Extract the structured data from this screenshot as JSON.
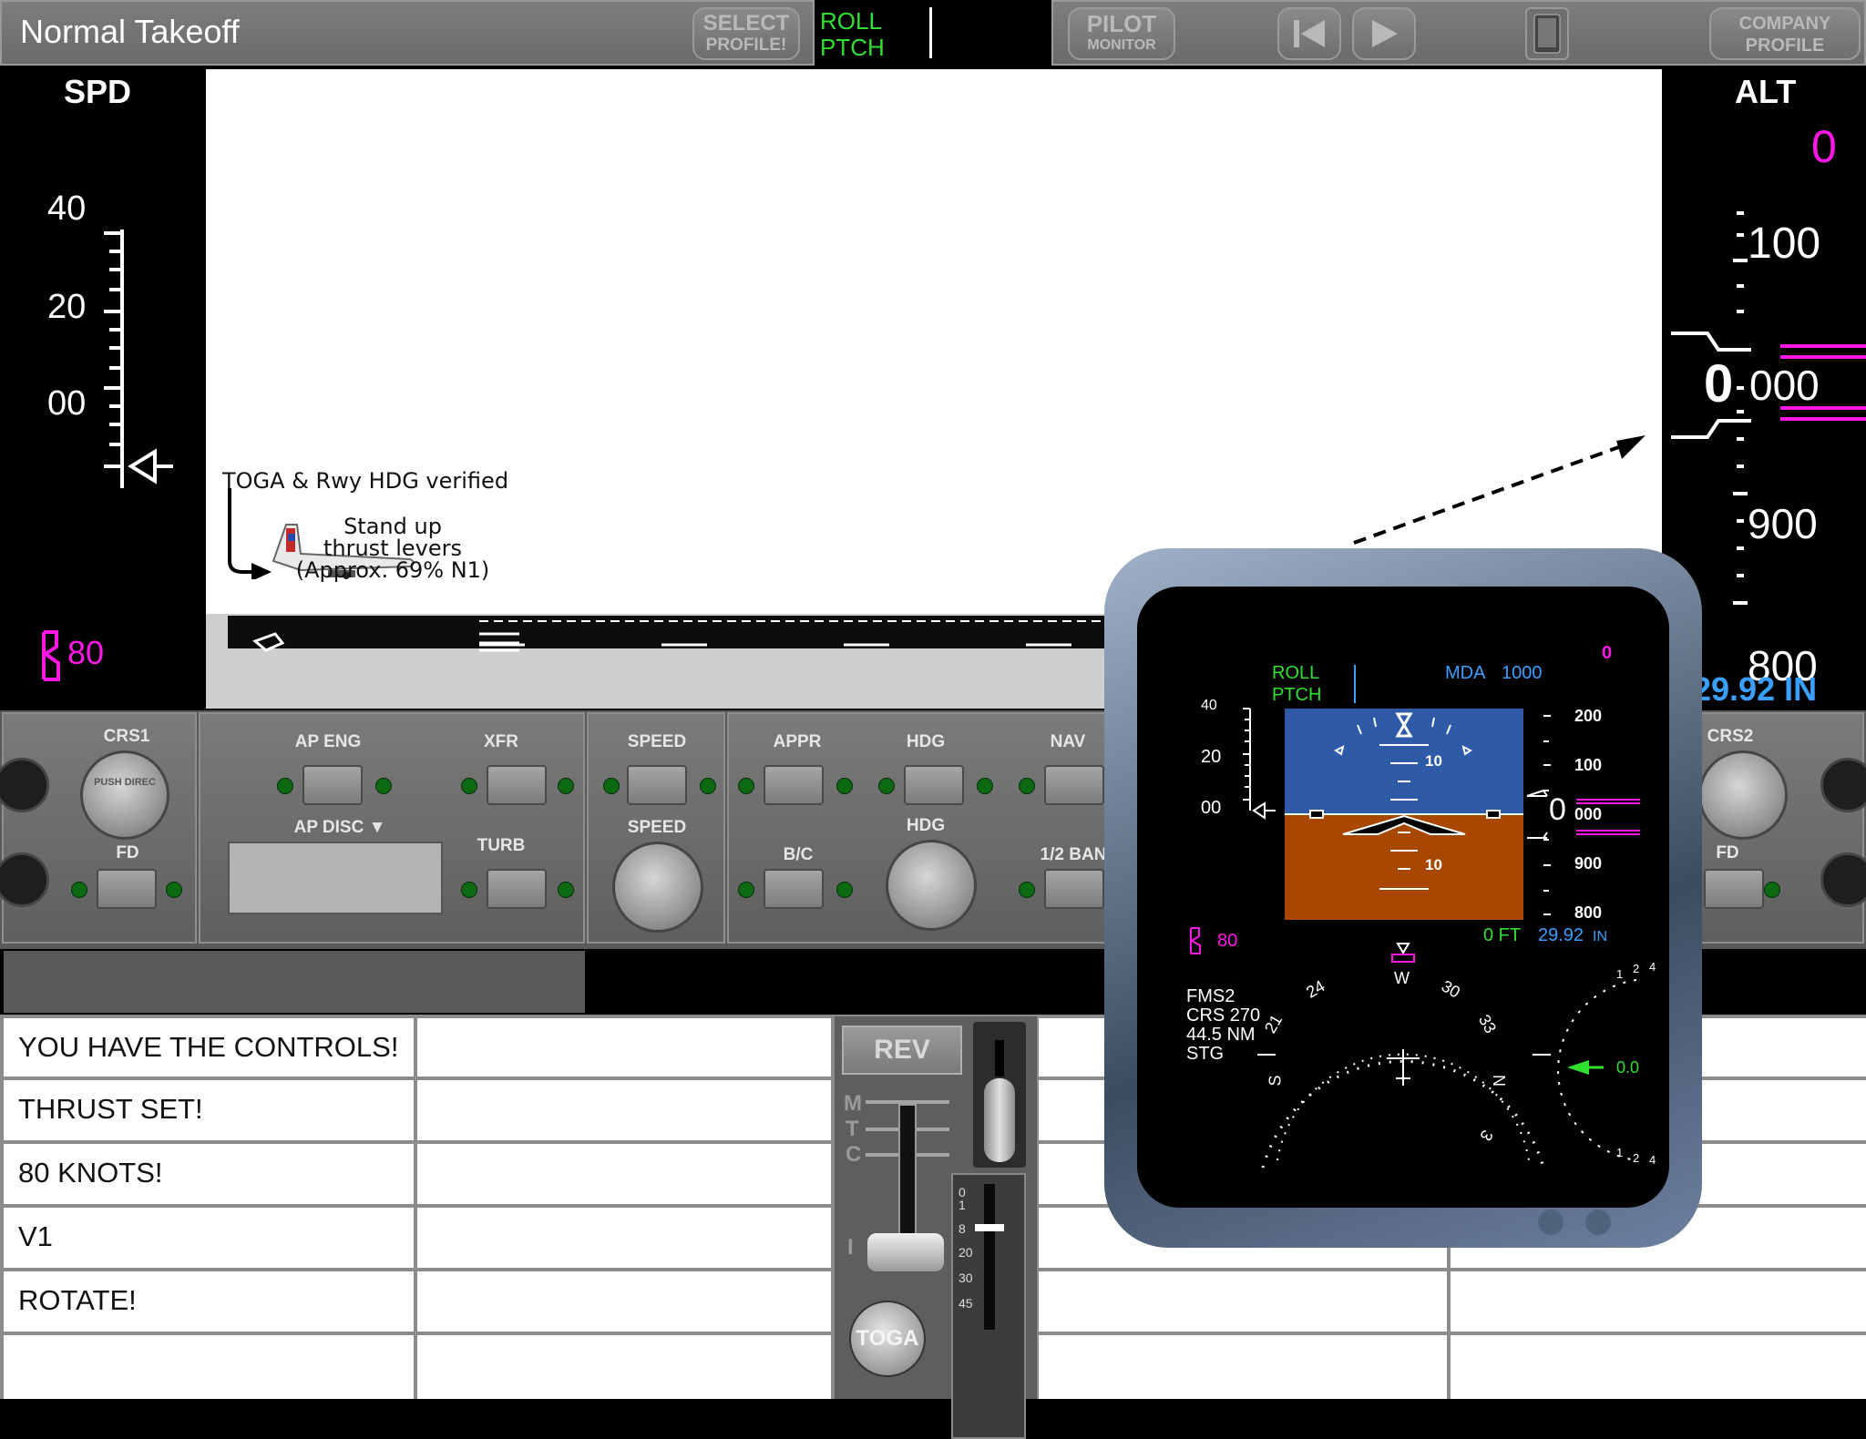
{
  "top_bar": {
    "title": "Normal Takeoff",
    "select_profile_l1": "SELECT",
    "select_profile_l2": "PROFILE!",
    "mode_roll": "ROLL",
    "mode_pitch": "PTCH",
    "pilot_monitor_l1": "PILOT",
    "pilot_monitor_l2": "MONITOR",
    "company_profile_l1": "COMPANY",
    "company_profile_l2": "PROFILE"
  },
  "speed_tape": {
    "title": "SPD",
    "ticks": [
      "40",
      "20",
      "00"
    ],
    "v_bug": "80"
  },
  "alt_tape": {
    "title": "ALT",
    "selected": "0",
    "ticks_above": [
      "100"
    ],
    "current_big": "0",
    "current_small": "000",
    "ticks_below": [
      "900",
      "800"
    ],
    "baro": "29.92 IN"
  },
  "scene": {
    "annotation_toga": "TOGA & Rwy HDG verified",
    "annotation_thrust_1": "Stand up",
    "annotation_thrust_2": "thrust levers",
    "annotation_thrust_3": "(Approx. 69% N1)"
  },
  "fcp": {
    "crs1": "CRS1",
    "crs1_push": "PUSH DIREC",
    "fd_left": "FD",
    "ap_eng": "AP ENG",
    "xfr": "XFR",
    "ap_disc": "AP DISC ▼",
    "turb": "TURB",
    "speed_top": "SPEED",
    "speed_knob": "SPEED",
    "appr": "APPR",
    "hdg_top": "HDG",
    "nav": "NAV",
    "bc": "B/C",
    "hdg_knob": "HDG",
    "half_bank": "1/2 BAN",
    "crs2": "CRS2",
    "fd_right": "FD"
  },
  "checklist": {
    "rows": [
      "YOU HAVE THE CONTROLS!",
      "THRUST SET!",
      "80 KNOTS!",
      "V1",
      "ROTATE!",
      ""
    ]
  },
  "throttle": {
    "rev": "REV",
    "m": "M",
    "t": "T",
    "c": "C",
    "i": "I",
    "toga": "TOGA",
    "n1_scale": [
      "0",
      "1",
      "8",
      "20",
      "30",
      "45"
    ]
  },
  "pfd": {
    "roll": "ROLL",
    "pitch": "PTCH",
    "mda_label": "MDA",
    "mda_value": "1000",
    "selected_alt": "0",
    "speed_ticks": [
      "40",
      "20",
      "00"
    ],
    "alt_ticks": [
      "200",
      "100",
      "900",
      "800"
    ],
    "alt_big": "0",
    "alt_small": "000",
    "pitch_up": "10",
    "pitch_down": "10",
    "v_bug": "80",
    "radio_alt": "0 FT",
    "baro_value": "29.92",
    "baro_unit": "IN",
    "nav_source": "FMS2",
    "course": "CRS 270",
    "distance": "44.5 NM",
    "waypoint": "STG",
    "hsi_labels": [
      "21",
      "24",
      "W",
      "30",
      "33",
      "N",
      "3",
      "S"
    ],
    "vsi_scale": [
      "1",
      "2",
      "4"
    ],
    "vsi_value": "0.0"
  }
}
